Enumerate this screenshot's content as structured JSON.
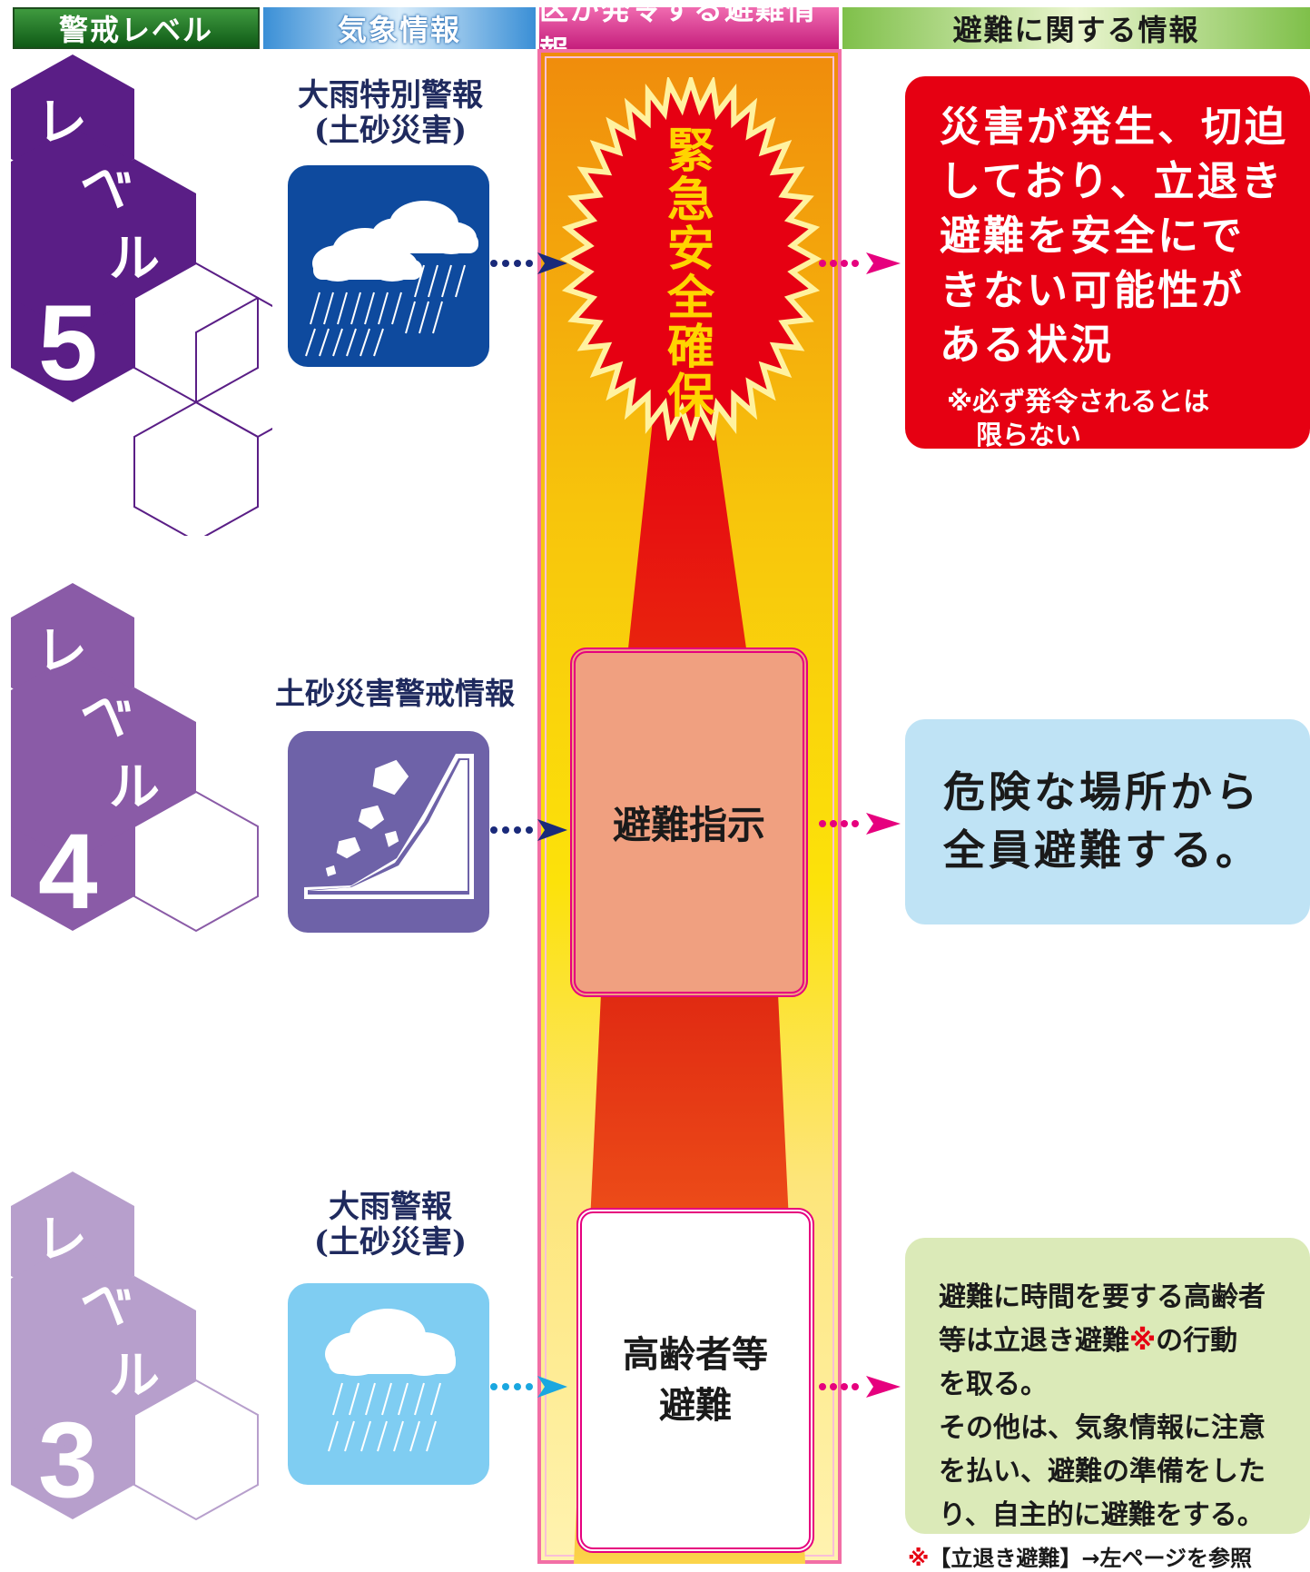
{
  "headers": {
    "alert_level": "警戒レベル",
    "weather_info": "気象情報",
    "ward_evacuation_info": "区が発令する避難情報",
    "evacuation_related_info": "避難に関する情報"
  },
  "levels": [
    {
      "chars": [
        "レ",
        "ベ",
        "ル"
      ],
      "number": "5",
      "color": "#5a1e86",
      "weather_title_line1": "大雨特別警報",
      "weather_title_line2": "(土砂災害)",
      "weather_icon": "heavy-rain-cloud-icon",
      "action_chars": [
        "緊",
        "急",
        "安",
        "全",
        "確",
        "保"
      ],
      "info_lines": [
        "災害が発生、切迫",
        "しており、立退き",
        "避難を安全にで",
        "きない可能性が",
        "ある状況"
      ],
      "info_note_line1": "※必ず発令されるとは",
      "info_note_line2": "限らない",
      "info_color": "#e60012"
    },
    {
      "chars": [
        "レ",
        "ベ",
        "ル"
      ],
      "number": "4",
      "color": "#8a5ba7",
      "weather_title": "土砂災害警戒情報",
      "weather_icon": "landslide-icon",
      "action": "避難指示",
      "info_lines": [
        "危険な場所から",
        "全員避難する。"
      ],
      "info_color": "#bfe3f5"
    },
    {
      "chars": [
        "レ",
        "ベ",
        "ル"
      ],
      "number": "3",
      "color": "#b79fcc",
      "weather_title_line1": "大雨警報",
      "weather_title_line2": "(土砂災害)",
      "weather_icon": "rain-cloud-icon",
      "action_line1": "高齢者等",
      "action_line2": "避難",
      "info_line1": "避難に時間を要する高齢者",
      "info_line2_pre": "等は立退き避難",
      "info_line2_mark": "※",
      "info_line2_post": "の行動",
      "info_line3": "を取る。",
      "info_line4": "その他は、気象情報に注意",
      "info_line5": "を払い、避難の準備をした",
      "info_line6": "り、自主的に避難をする。",
      "info_color": "#dbeab8"
    }
  ],
  "footnote": "※【立退き避難】→左ページを参照",
  "colors": {
    "level5_purple": "#5a1e86",
    "level4_purple": "#8a5ba7",
    "level3_purple": "#b79fcc",
    "arrow_navy": "#1a2a7a",
    "arrow_magenta": "#e6007e",
    "arrow_cyan": "#1aa7e0"
  }
}
